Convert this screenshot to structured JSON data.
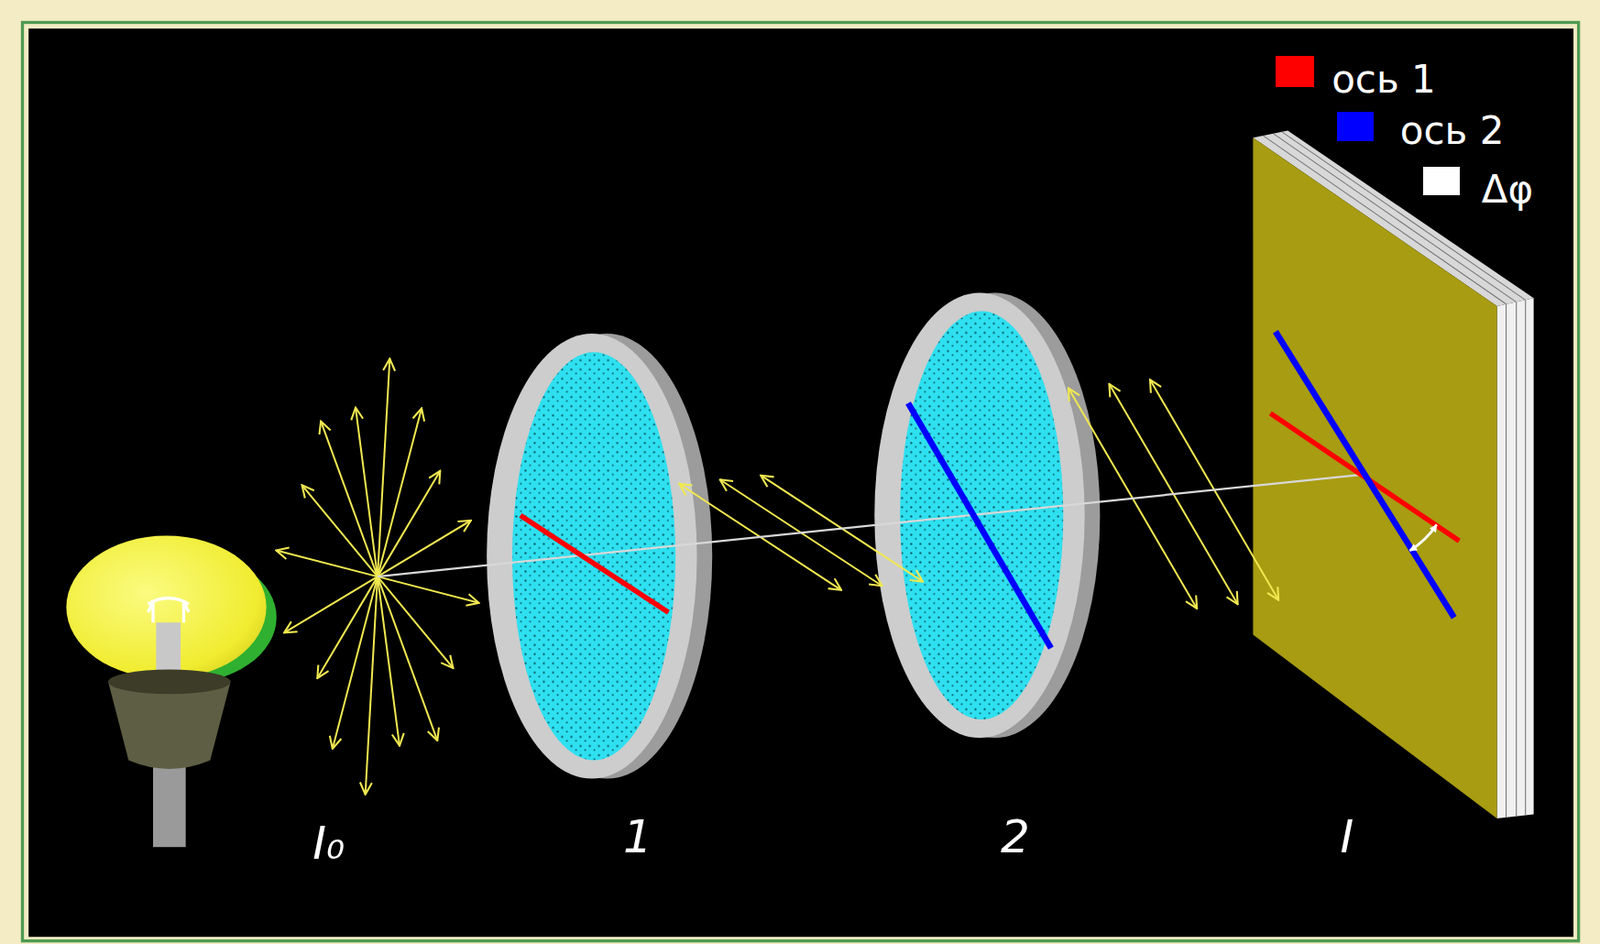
{
  "diagram": {
    "labels": [
      "I₀",
      "1",
      "2",
      "I"
    ],
    "legend": [
      {
        "text": "ось 1",
        "color": "#ff0000"
      },
      {
        "text": "ось 2",
        "color": "#0000ff"
      },
      {
        "text": "Δφ",
        "color": "#ffffff"
      }
    ]
  }
}
